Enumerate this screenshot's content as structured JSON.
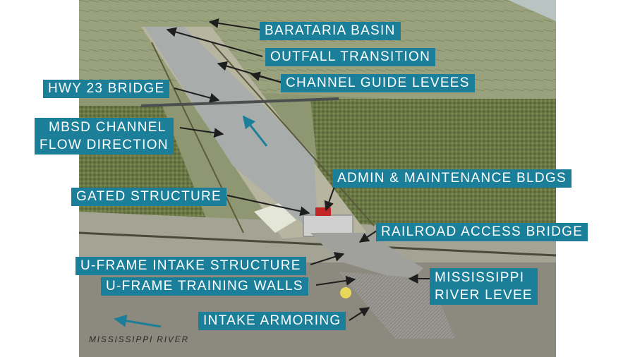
{
  "labels": {
    "barataria_basin": "BARATARIA BASIN",
    "outfall_transition": "OUTFALL TRANSITION",
    "channel_guide_levees": "CHANNEL GUIDE LEVEES",
    "hwy_23_bridge": "HWY 23 BRIDGE",
    "mbsd_channel": "MBSD CHANNEL",
    "flow_direction": "FLOW DIRECTION",
    "admin_maintenance_bldgs": "ADMIN & MAINTENANCE BLDGS",
    "gated_structure": "GATED STRUCTURE",
    "railroad_access_bridge": "RAILROAD ACCESS BRIDGE",
    "u_frame_intake_structure": "U-FRAME INTAKE STRUCTURE",
    "mississippi": "MISSISSIPPI",
    "river_levee": "RIVER LEVEE",
    "u_frame_training_walls": "U-FRAME TRAINING WALLS",
    "intake_armoring": "INTAKE ARMORING",
    "mississippi_river": "MISSISSIPPI RIVER"
  },
  "colors": {
    "label_bg": "#1b7f99",
    "flow_arrow": "#1b7f99",
    "leader_line": "#1e1e1e",
    "channel": "#a9adac",
    "vegetation": "#6e7d47",
    "water": "#8d8a7f"
  }
}
